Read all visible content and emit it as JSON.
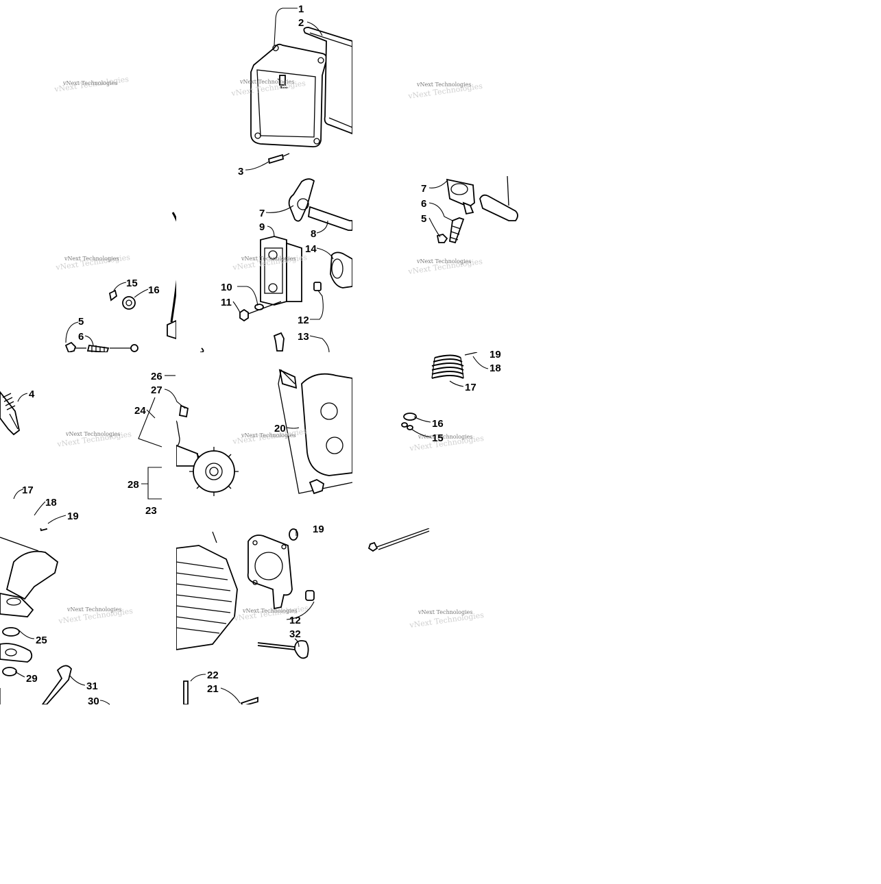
{
  "diagram": {
    "callouts": [
      "1",
      "2",
      "3",
      "4",
      "5",
      "6",
      "7",
      "8",
      "9",
      "10",
      "11",
      "12",
      "13",
      "14",
      "15",
      "16",
      "17",
      "18",
      "19",
      "20",
      "21",
      "22",
      "23",
      "24",
      "25",
      "26",
      "27",
      "28",
      "29",
      "30",
      "31",
      "32"
    ],
    "watermark": "vNext Technologies"
  }
}
